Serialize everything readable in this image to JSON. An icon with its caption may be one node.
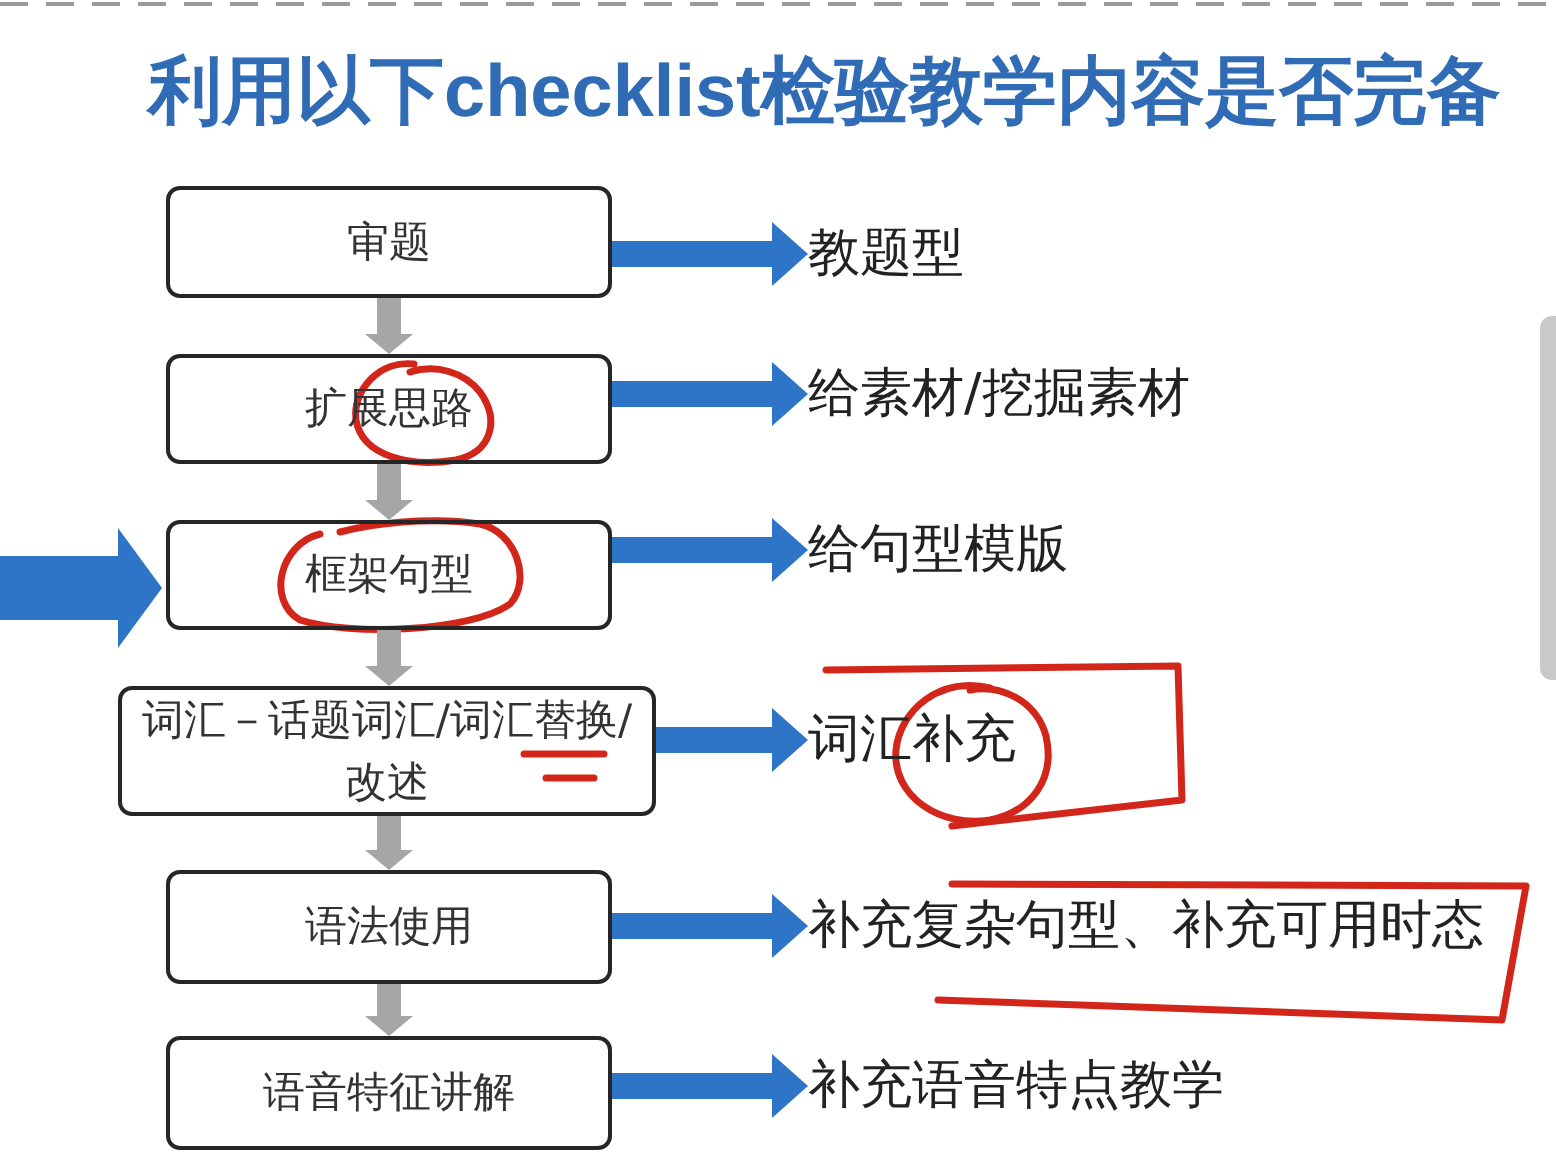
{
  "diagram": {
    "title": "利用以下checklist检验教学内容是否完备",
    "nodes": [
      {
        "text": [
          "审题"
        ]
      },
      {
        "text": [
          "扩展思路"
        ]
      },
      {
        "text": [
          "框架句型"
        ]
      },
      {
        "text": [
          "词汇－话题词汇/词汇替换/改述"
        ]
      },
      {
        "text": [
          "语法使用"
        ]
      },
      {
        "text": [
          "语音特征讲解"
        ]
      },
      {
        "text": [
          "教题型"
        ]
      },
      {
        "text": [
          "给素材/挖掘素材"
        ]
      },
      {
        "text": [
          "给句型模版"
        ]
      },
      {
        "text": [
          "词汇补充"
        ]
      },
      {
        "text": [
          "补充复杂句型、补充可用时态"
        ]
      },
      {
        "text": [
          "补充语音特点教学"
        ]
      }
    ],
    "edges": [
      {
        "from": 0,
        "to": 1,
        "arrow": "to",
        "color": "#a6a6a6"
      },
      {
        "from": 1,
        "to": 2,
        "arrow": "to",
        "color": "#a6a6a6"
      },
      {
        "from": 2,
        "to": 3,
        "arrow": "to",
        "color": "#a6a6a6"
      },
      {
        "from": 3,
        "to": 4,
        "arrow": "to",
        "color": "#a6a6a6"
      },
      {
        "from": 4,
        "to": 5,
        "arrow": "to",
        "color": "#a6a6a6"
      },
      {
        "from": 0,
        "to": 6,
        "arrow": "to"
      },
      {
        "from": 1,
        "to": 7,
        "arrow": "to"
      },
      {
        "from": 2,
        "to": 8,
        "arrow": "to"
      },
      {
        "from": 3,
        "to": 9,
        "arrow": "to"
      },
      {
        "from": 4,
        "to": 10,
        "arrow": "to"
      },
      {
        "from": 5,
        "to": 11,
        "arrow": "to"
      },
      {
        "from": null,
        "to": 2,
        "arrow": "to"
      }
    ]
  }
}
